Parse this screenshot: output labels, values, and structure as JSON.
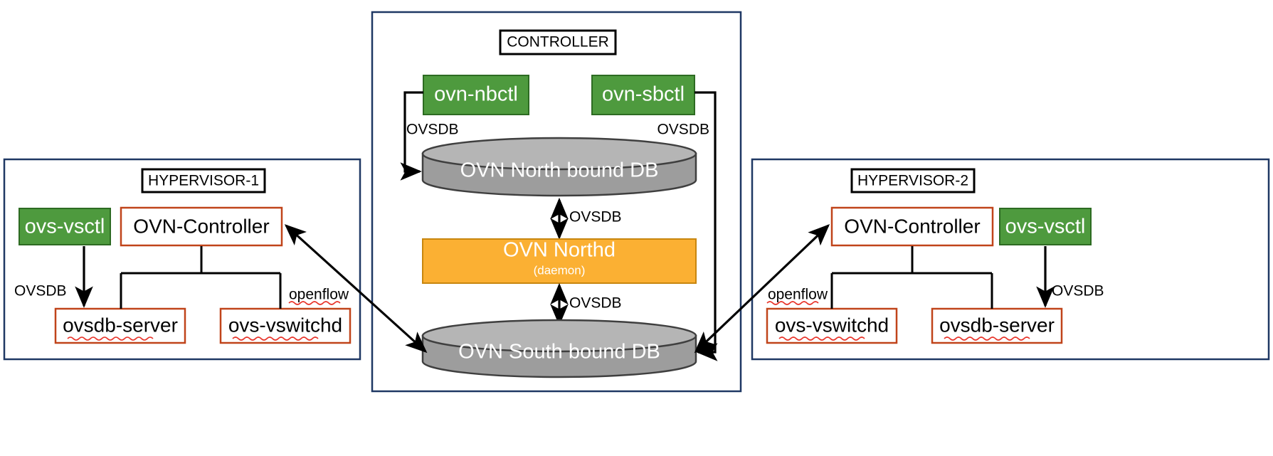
{
  "diagram": {
    "title_hidden": "OVN architecture overview",
    "colors": {
      "green": "#4e9a3e",
      "orange": "#fbb033",
      "cylinder_gray": "#9d9d9d",
      "panel_border": "#1f3864",
      "box_border_orange": "#c0441a",
      "connector": "#000000",
      "spellcheck_underline": "#e8342a"
    },
    "panels": [
      {
        "id": "hypervisor1",
        "label": "HYPERVISOR-1"
      },
      {
        "id": "controller",
        "label": "CONTROLLER"
      },
      {
        "id": "hypervisor2",
        "label": "HYPERVISOR-2"
      }
    ],
    "controller": {
      "label": "CONTROLLER",
      "nbctl": "ovn-nbctl",
      "sbctl": "ovn-sbctl",
      "north_db": "OVN North bound DB",
      "south_db": "OVN South bound DB",
      "northd": "OVN Northd",
      "northd_sub": "(daemon)",
      "edge_nbctl_to_northdb": "OVSDB",
      "edge_sbctl_to_southdb": "OVSDB",
      "edge_northdb_to_northd": "OVSDB",
      "edge_northd_to_southdb": "OVSDB"
    },
    "hypervisor1": {
      "label": "HYPERVISOR-1",
      "vsctl": "ovs-vsctl",
      "ovn_controller": "OVN-Controller",
      "ovsdb_server": "ovsdb-server",
      "ovs_vswitchd": "ovs-vswitchd",
      "edge_vsctl": "OVSDB",
      "edge_openflow": "openflow"
    },
    "hypervisor2": {
      "label": "HYPERVISOR-2",
      "vsctl": "ovs-vsctl",
      "ovn_controller": "OVN-Controller",
      "ovsdb_server": "ovsdb-server",
      "ovs_vswitchd": "ovs-vswitchd",
      "edge_vsctl": "OVSDB",
      "edge_openflow": "openflow"
    }
  }
}
